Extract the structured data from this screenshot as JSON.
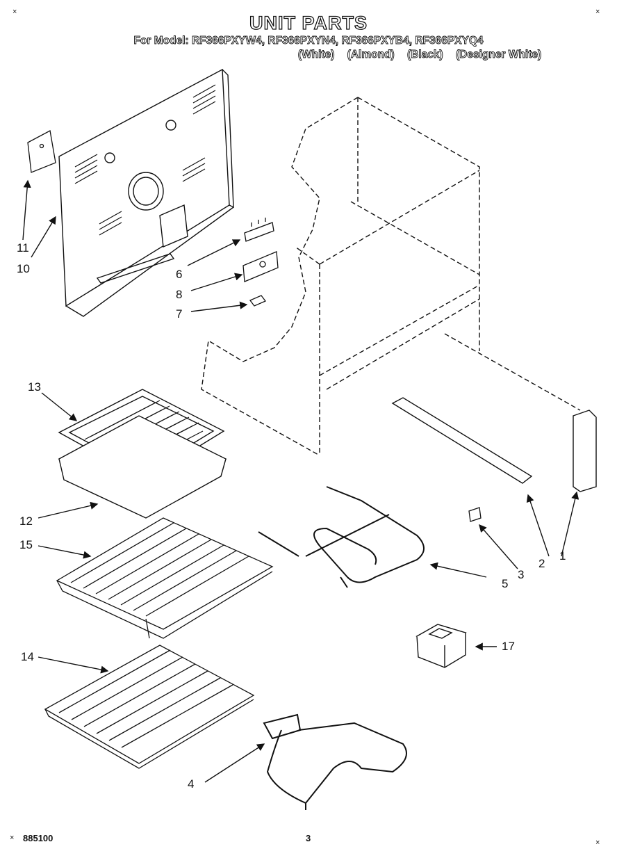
{
  "header": {
    "title": "UNIT PARTS",
    "models_line": "For Model: RF366PXYW4, RF366PXYN4, RF366PXYB4, RF366PXYQ4",
    "colors": [
      "(White)",
      "(Almond)",
      "(Black)",
      "(Designer White)"
    ]
  },
  "footer": {
    "doc_number": "885100",
    "page": "3"
  },
  "corner_marks": {
    "tl": "×",
    "tr": "×",
    "bl": "×",
    "br": "×"
  },
  "callouts": {
    "c1": "1",
    "c2": "2",
    "c3": "3",
    "c4": "4",
    "c5": "5",
    "c6": "6",
    "c7": "7",
    "c8": "8",
    "c10": "10",
    "c11": "11",
    "c12": "12",
    "c13": "13",
    "c14": "14",
    "c15": "15",
    "c17": "17"
  }
}
